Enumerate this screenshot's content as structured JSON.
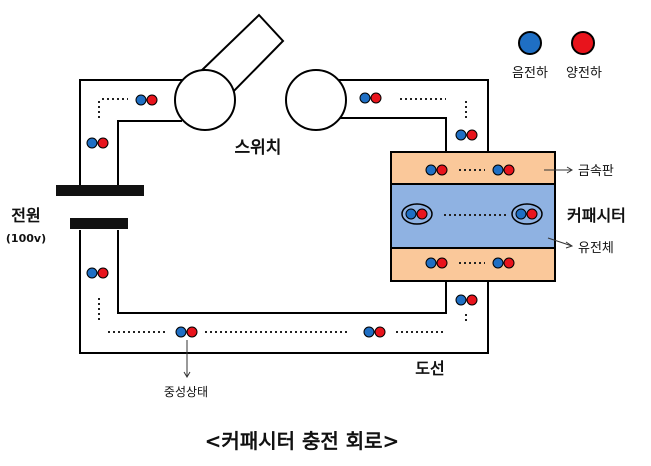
{
  "title": "<커패시터 충전 회로>",
  "legend": {
    "negative": "음전하",
    "positive": "양전하"
  },
  "labels": {
    "switch": "스위치",
    "power": "전원",
    "power_voltage": "(100v)",
    "metal_plate": "금속판",
    "capacitor": "커패시터",
    "dielectric": "유전체",
    "wire": "도선",
    "neutral_state": "중성상태"
  },
  "colors": {
    "negative_charge": "#1f6fc4",
    "positive_charge": "#e8141c",
    "plate": "#fac89a",
    "dielectric": "#8fb2e2",
    "wire": "#000000"
  }
}
